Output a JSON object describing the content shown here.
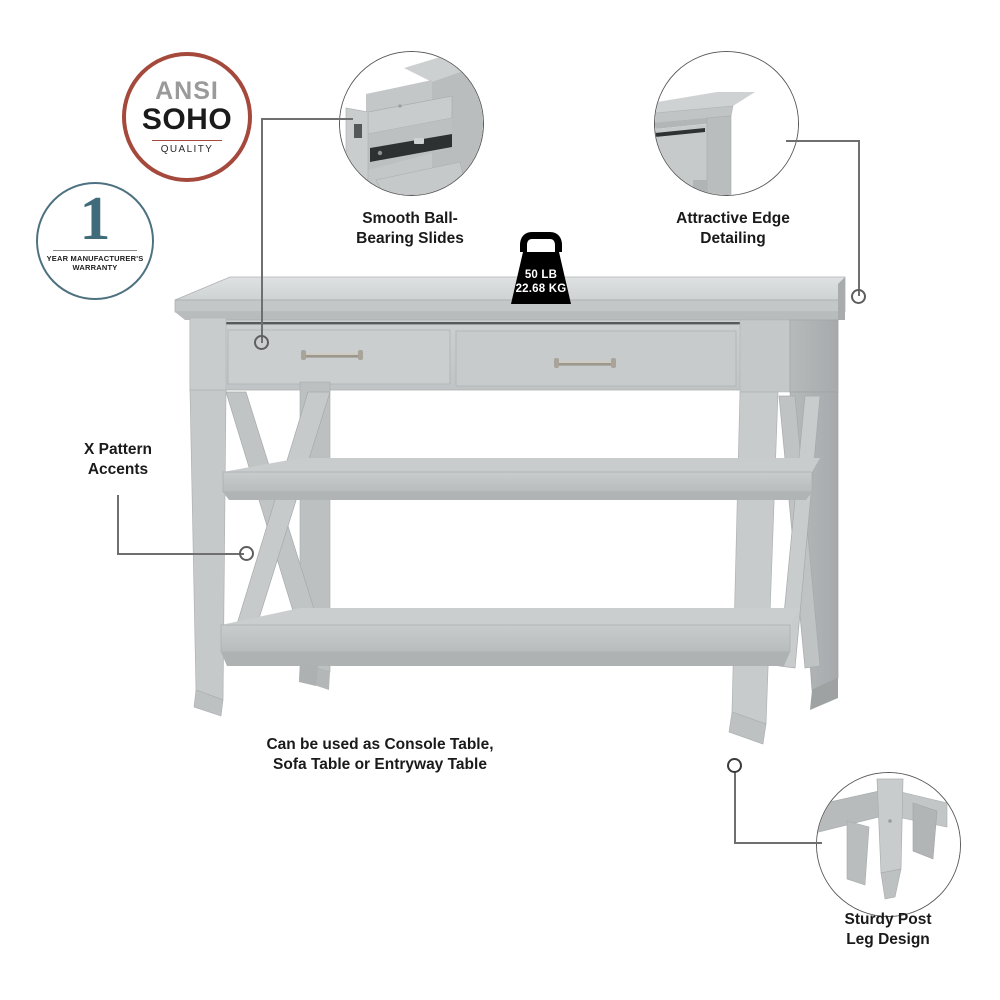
{
  "product": {
    "description": "Grey console / sofa / entryway table infographic with feature callouts"
  },
  "badges": {
    "ansi": {
      "line1": "ANSI",
      "line2": "SOHO",
      "line3": "QUALITY",
      "ring_color": "#a4493c",
      "name": "ansi-soho-quality-badge"
    },
    "warranty": {
      "number": "1",
      "line1": "YEAR MANUFACTURER'S",
      "line2": "WARRANTY",
      "ring_color": "#4e7180",
      "number_color": "#3f6b7b"
    },
    "weight": {
      "pounds": "50 LB",
      "kilograms": "22.68 KG",
      "icon": "weight-icon",
      "color": "#000000"
    }
  },
  "callouts": [
    {
      "id": "ball-bearing-slides",
      "line1": "Smooth Ball-",
      "line2": "Bearing Slides"
    },
    {
      "id": "edge-detailing",
      "line1": "Attractive Edge",
      "line2": "Detailing"
    },
    {
      "id": "x-pattern-accents",
      "line1": "X Pattern",
      "line2": "Accents"
    },
    {
      "id": "usage",
      "line1": "Can be used as Console Table,",
      "line2": "Sofa Table or Entryway Table"
    },
    {
      "id": "leg-design",
      "line1": "Sturdy Post",
      "line2": "Leg Design"
    }
  ],
  "detail_circles": [
    {
      "id": "drawer-slide-detail",
      "alt": "Open drawer showing metal ball-bearing slide rail"
    },
    {
      "id": "edge-detail",
      "alt": "Close up of table top edge moulding profile"
    },
    {
      "id": "leg-detail",
      "alt": "Close up of tapered post leg joinery"
    }
  ],
  "colors": {
    "table_light": "#d2d5d6",
    "table_mid": "#c6c9ca",
    "table_shade": "#b3b7b8",
    "table_dark": "#a3a7a9",
    "line": "#6f6f6f",
    "text": "#1a1a1a",
    "background": "#ffffff"
  }
}
